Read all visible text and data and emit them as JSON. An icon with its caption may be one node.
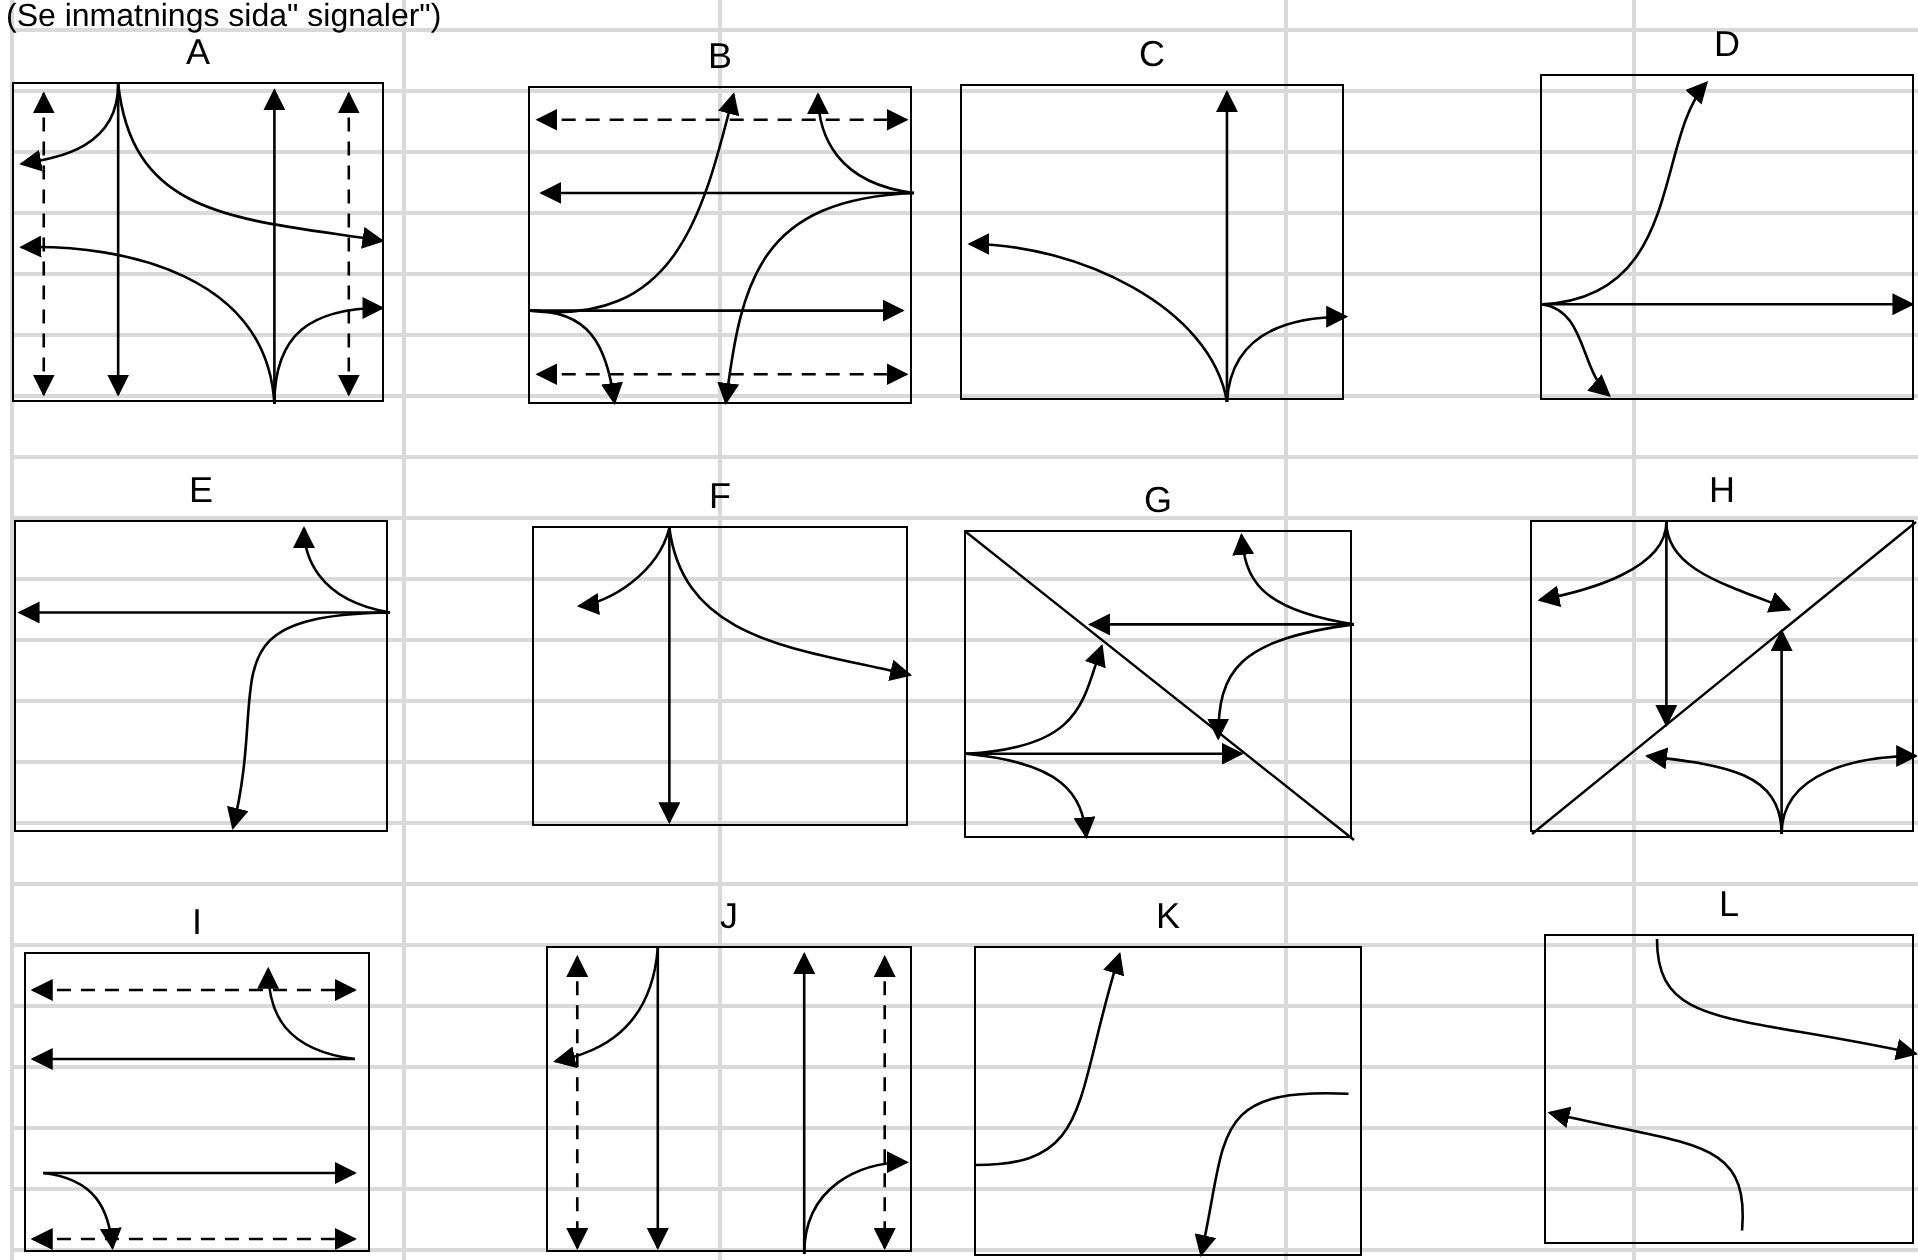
{
  "diagram": {
    "nodes": [
      {
        "text": [
          "A"
        ]
      },
      {
        "text": [
          "B"
        ]
      },
      {
        "text": [
          "C"
        ]
      },
      {
        "text": [
          "D"
        ]
      },
      {
        "text": [
          "E"
        ]
      },
      {
        "text": [
          "F"
        ]
      },
      {
        "text": [
          "G"
        ]
      },
      {
        "text": [
          "H"
        ]
      },
      {
        "text": [
          "I"
        ]
      },
      {
        "text": [
          "J"
        ]
      },
      {
        "text": [
          "K"
        ]
      },
      {
        "text": [
          "L"
        ]
      }
    ],
    "labels": [
      "(Se inmatnings sida\" signaler\")"
    ]
  }
}
